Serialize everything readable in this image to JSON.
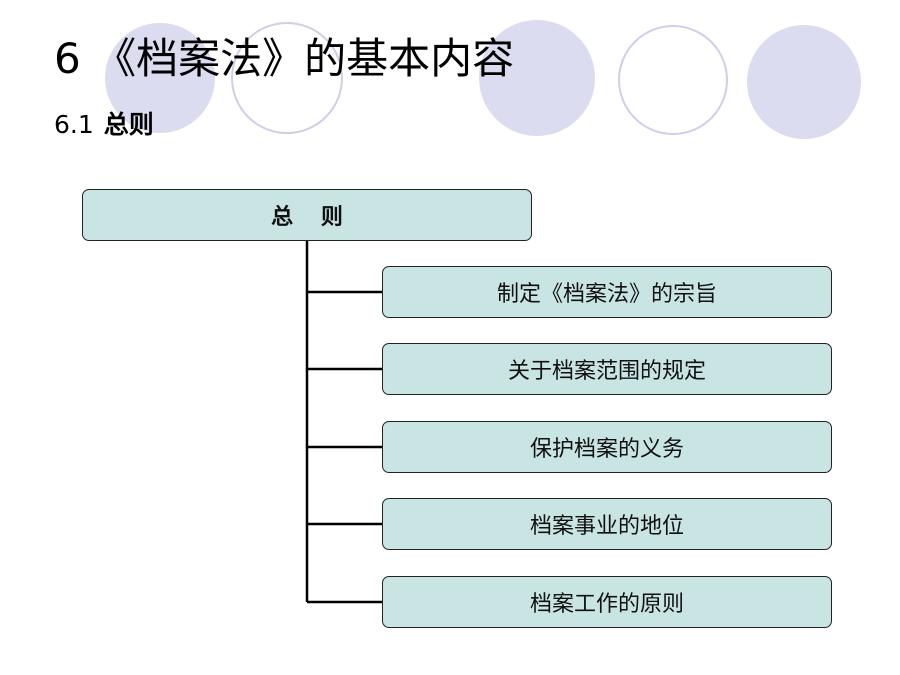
{
  "slide": {
    "title": "6 《档案法》的基本内容",
    "subtitle_number": "6.1",
    "subtitle_text": "总则"
  },
  "diagram": {
    "root": "总 则",
    "children": [
      "制定《档案法》的宗旨",
      "关于档案范围的规定",
      "保护档案的义务",
      "档案事业的地位",
      "档案工作的原则"
    ]
  },
  "colors": {
    "box_fill": "#c9e5e3",
    "box_border": "#222222",
    "circle_fill": "#dcdcf0",
    "circle_stroke": "#cfcfe6",
    "connector": "#000000"
  }
}
